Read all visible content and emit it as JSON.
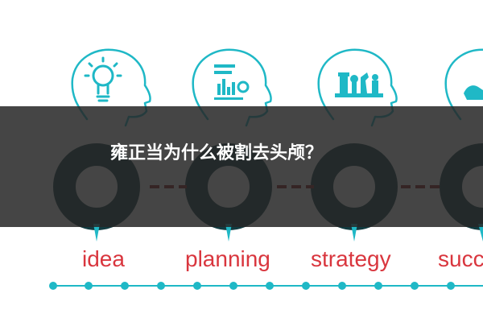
{
  "headline": "雍正当为什么被割去头颅？",
  "colors": {
    "teal": "#1fb8c6",
    "dark_ring": "#123b40",
    "dash_red": "#8b1e1e",
    "label_red": "#d9363e",
    "banner": "#262626"
  },
  "stages": [
    {
      "label": "idea",
      "icon": "lightbulb-icon"
    },
    {
      "label": "planning",
      "icon": "bar-chart-icon"
    },
    {
      "label": "strategy",
      "icon": "chess-pieces-icon"
    },
    {
      "label": "succ",
      "icon": "hand-icon"
    }
  ]
}
